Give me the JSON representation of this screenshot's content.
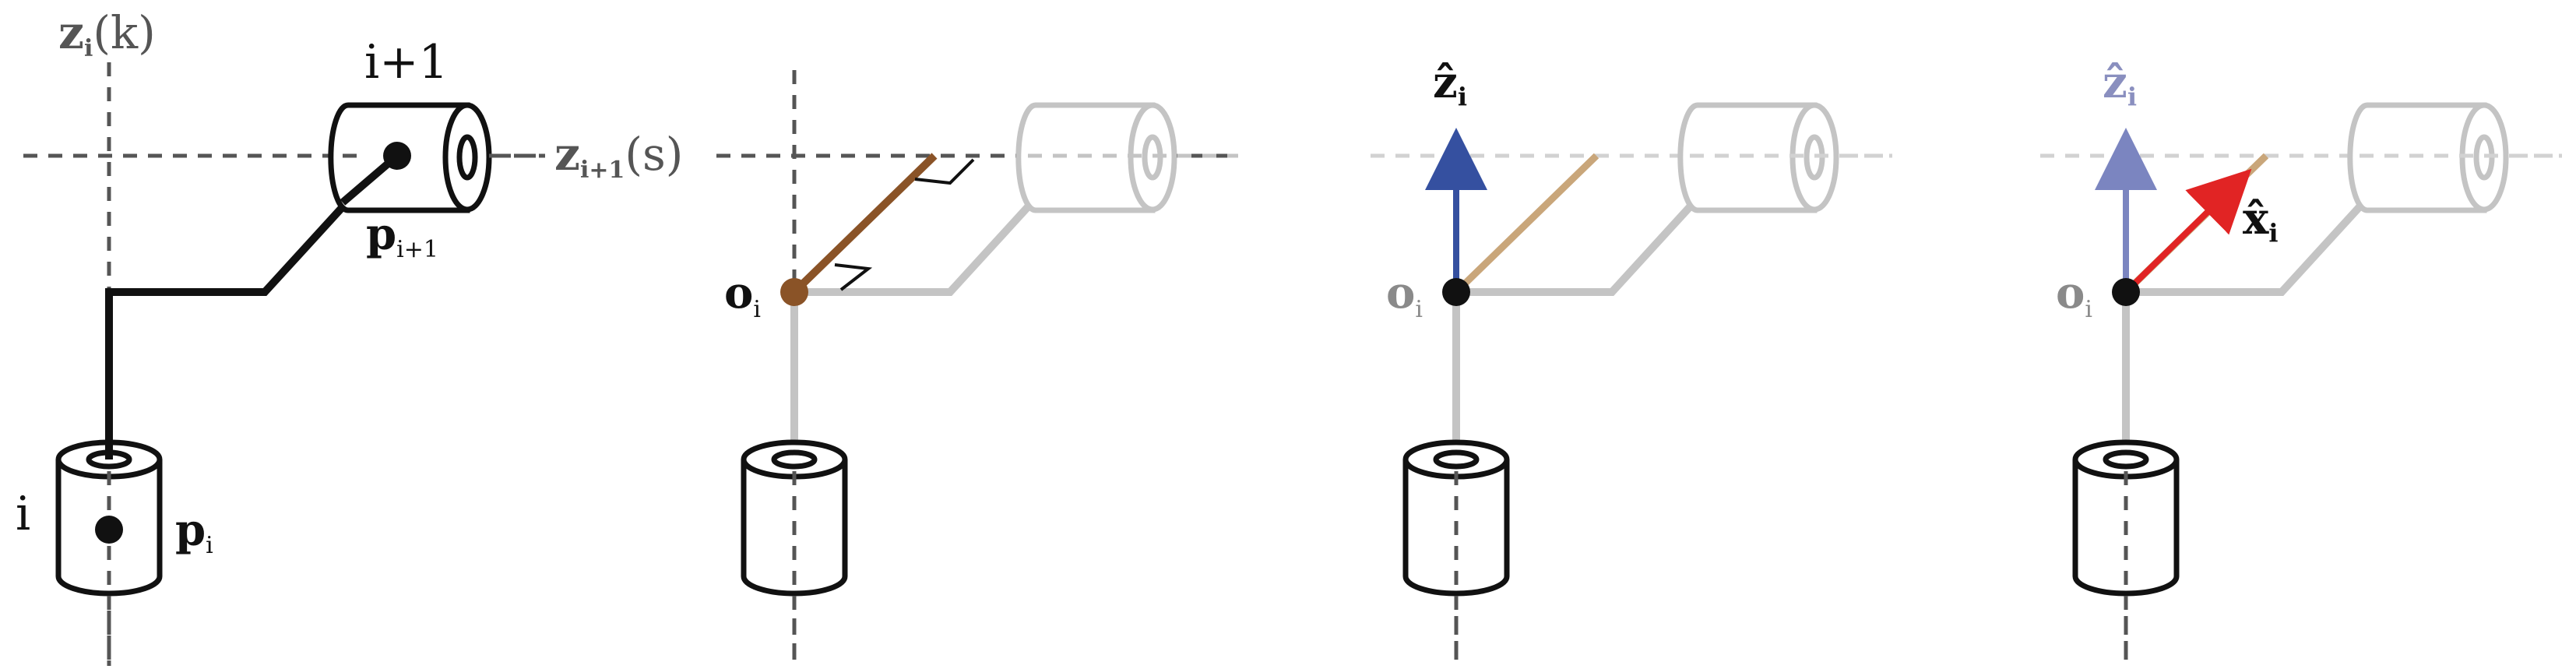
{
  "colors": {
    "link": "#111111",
    "faded": "#c4c4c4",
    "axis": "#555555",
    "axis_faded": "#d2d2d2",
    "origin_brown": "#8a5327",
    "link_tan": "#c9a67a",
    "z_blue": "#3550a0",
    "z_blue_faded": "#7b85c0",
    "x_red": "#e12424"
  },
  "panel1": {
    "axis_z_label": "z",
    "axis_z_sub": "i",
    "axis_z_paren": "(k)",
    "axis_z1_label": "z",
    "axis_z1_sub": "i+1",
    "axis_z1_paren": "(s)",
    "joint_i_label": "i",
    "joint_i1_label": "i+1",
    "point_p_label": "p",
    "point_p_sub": "i",
    "point_p1_label": "p",
    "point_p1_sub": "i+1"
  },
  "panel2": {
    "origin_label": "o",
    "origin_sub": "i"
  },
  "panel3": {
    "origin_label": "o",
    "origin_sub": "i",
    "z_hat_label": "ẑ",
    "z_hat_sub": "i"
  },
  "panel4": {
    "origin_label": "o",
    "origin_sub": "i",
    "z_hat_label": "ẑ",
    "z_hat_sub": "i",
    "x_hat_label": "x̂",
    "x_hat_sub": "i"
  }
}
